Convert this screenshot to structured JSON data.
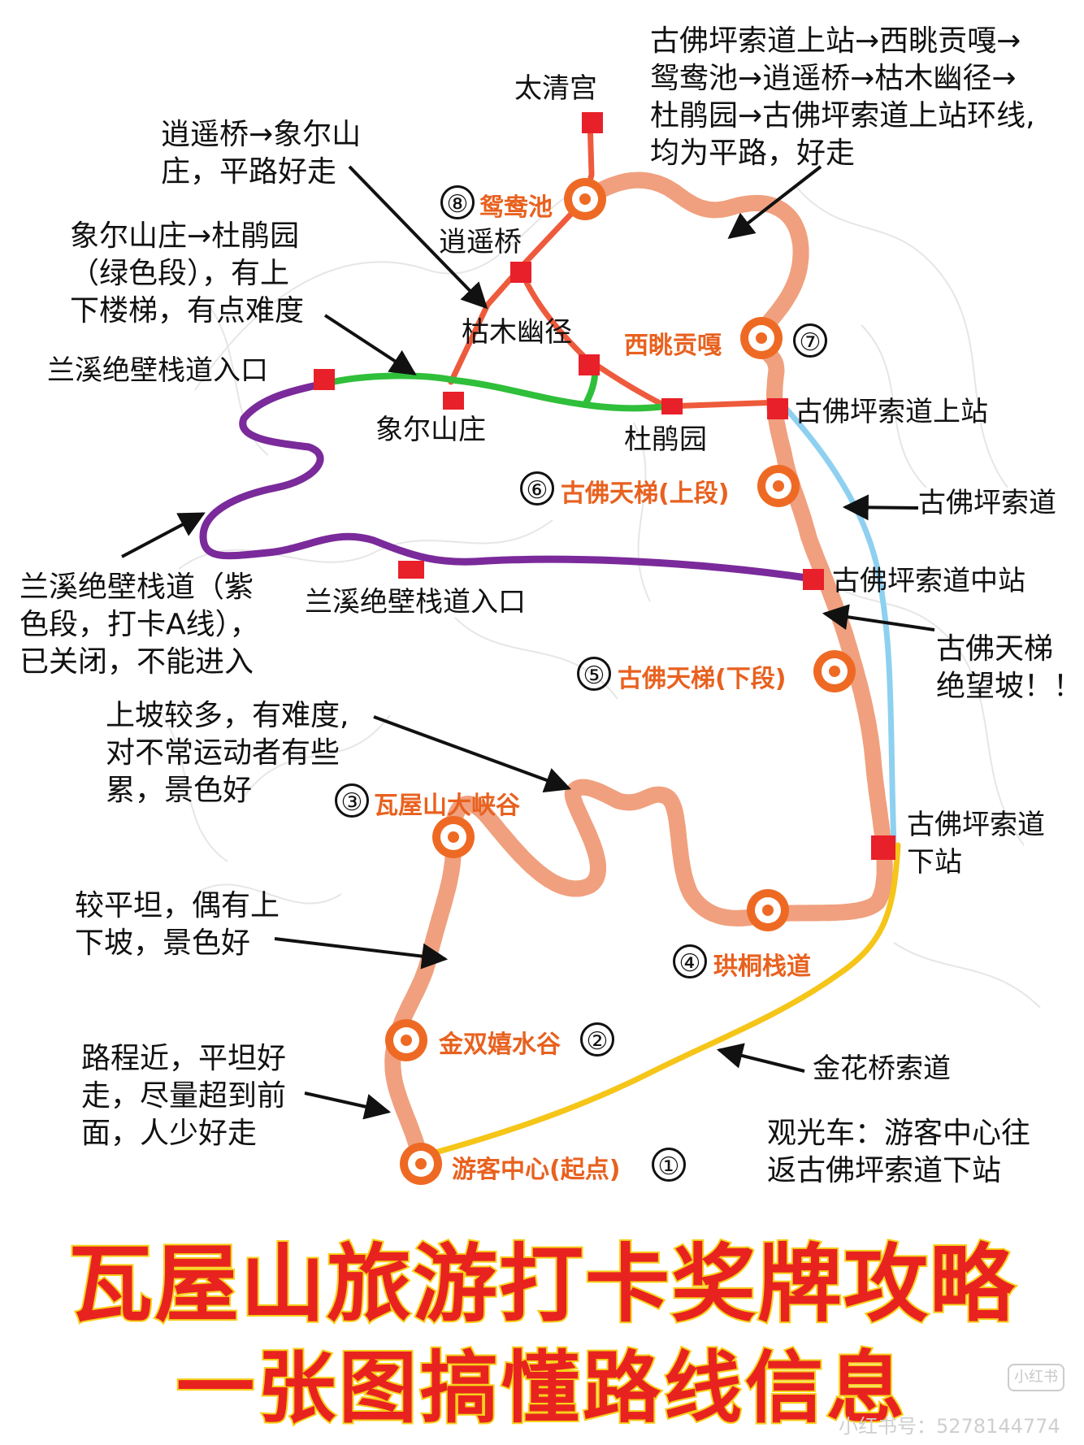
{
  "title": "瓦屋山旅游打卡奖牌攻略",
  "subtitle": "一张图搞懂路线信息",
  "colors": {
    "main_route": "#f0a07e",
    "red_route": "#ee5a3c",
    "green_route": "#2fbf3a",
    "purple_route": "#7a2a9a",
    "blue_route": "#8ed0f0",
    "yellow_route": "#f5c518",
    "spot_text": "#e8611f",
    "marker": "#e8202a",
    "title_fill": "#e8231f",
    "title_outline": "#f6d11c"
  },
  "places": {
    "taiqing": "太清宫",
    "xiaoyao": "逍遥桥",
    "kumu": "枯木幽径",
    "xianger": "象尔山庄",
    "dujuan": "杜鹃园",
    "lanxi_top": "兰溪绝壁栈道入口",
    "lanxi_mid": "兰溪绝壁栈道入口",
    "cable_top": "古佛坪索道上站",
    "cable_name": "古佛坪索道",
    "cable_mid": "古佛坪索道中站",
    "cable_bottom_l1": "古佛坪索道",
    "cable_bottom_l2": "下站",
    "jinhua": "金花桥索道"
  },
  "spots": [
    {
      "num": "①",
      "name": "游客中心(起点)"
    },
    {
      "num": "②",
      "name": "金双嬉水谷"
    },
    {
      "num": "③",
      "name": "瓦屋山大峡谷"
    },
    {
      "num": "④",
      "name": "珙桐栈道"
    },
    {
      "num": "⑤",
      "name": "古佛天梯(下段)"
    },
    {
      "num": "⑥",
      "name": "古佛天梯(上段)"
    },
    {
      "num": "⑦",
      "name": "西眺贡嘎"
    },
    {
      "num": "⑧",
      "name": "鸳鸯池"
    }
  ],
  "notes": {
    "loop": [
      "古佛坪索道上站→西眺贡嘎→",
      "鸳鸯池→逍遥桥→枯木幽径→",
      "杜鹃园→古佛坪索道上站环线,",
      "均为平路，好走"
    ],
    "xiaoyao": [
      "逍遥桥→象尔山",
      "庄，平路好走"
    ],
    "green": [
      "象尔山庄→杜鹃园",
      "（绿色段），有上",
      "下楼梯，有点难度"
    ],
    "purple": [
      "兰溪绝壁栈道（紫",
      "色段，打卡A线），",
      "已关闭，不能进入"
    ],
    "despair": [
      "古佛天梯",
      "绝望坡！！"
    ],
    "uphill": [
      "上坡较多，有难度,",
      "对不常运动者有些",
      "累，景色好"
    ],
    "flat": [
      "较平坦，偶有上",
      "下坡，景色好"
    ],
    "near": [
      "路程近，平坦好",
      "走，尽量超到前",
      "面，人少好走"
    ],
    "bus": [
      "观光车：游客中心往",
      "返古佛坪索道下站"
    ]
  },
  "watermark": {
    "logo": "小红书",
    "id": "小红书号：5278144774"
  }
}
